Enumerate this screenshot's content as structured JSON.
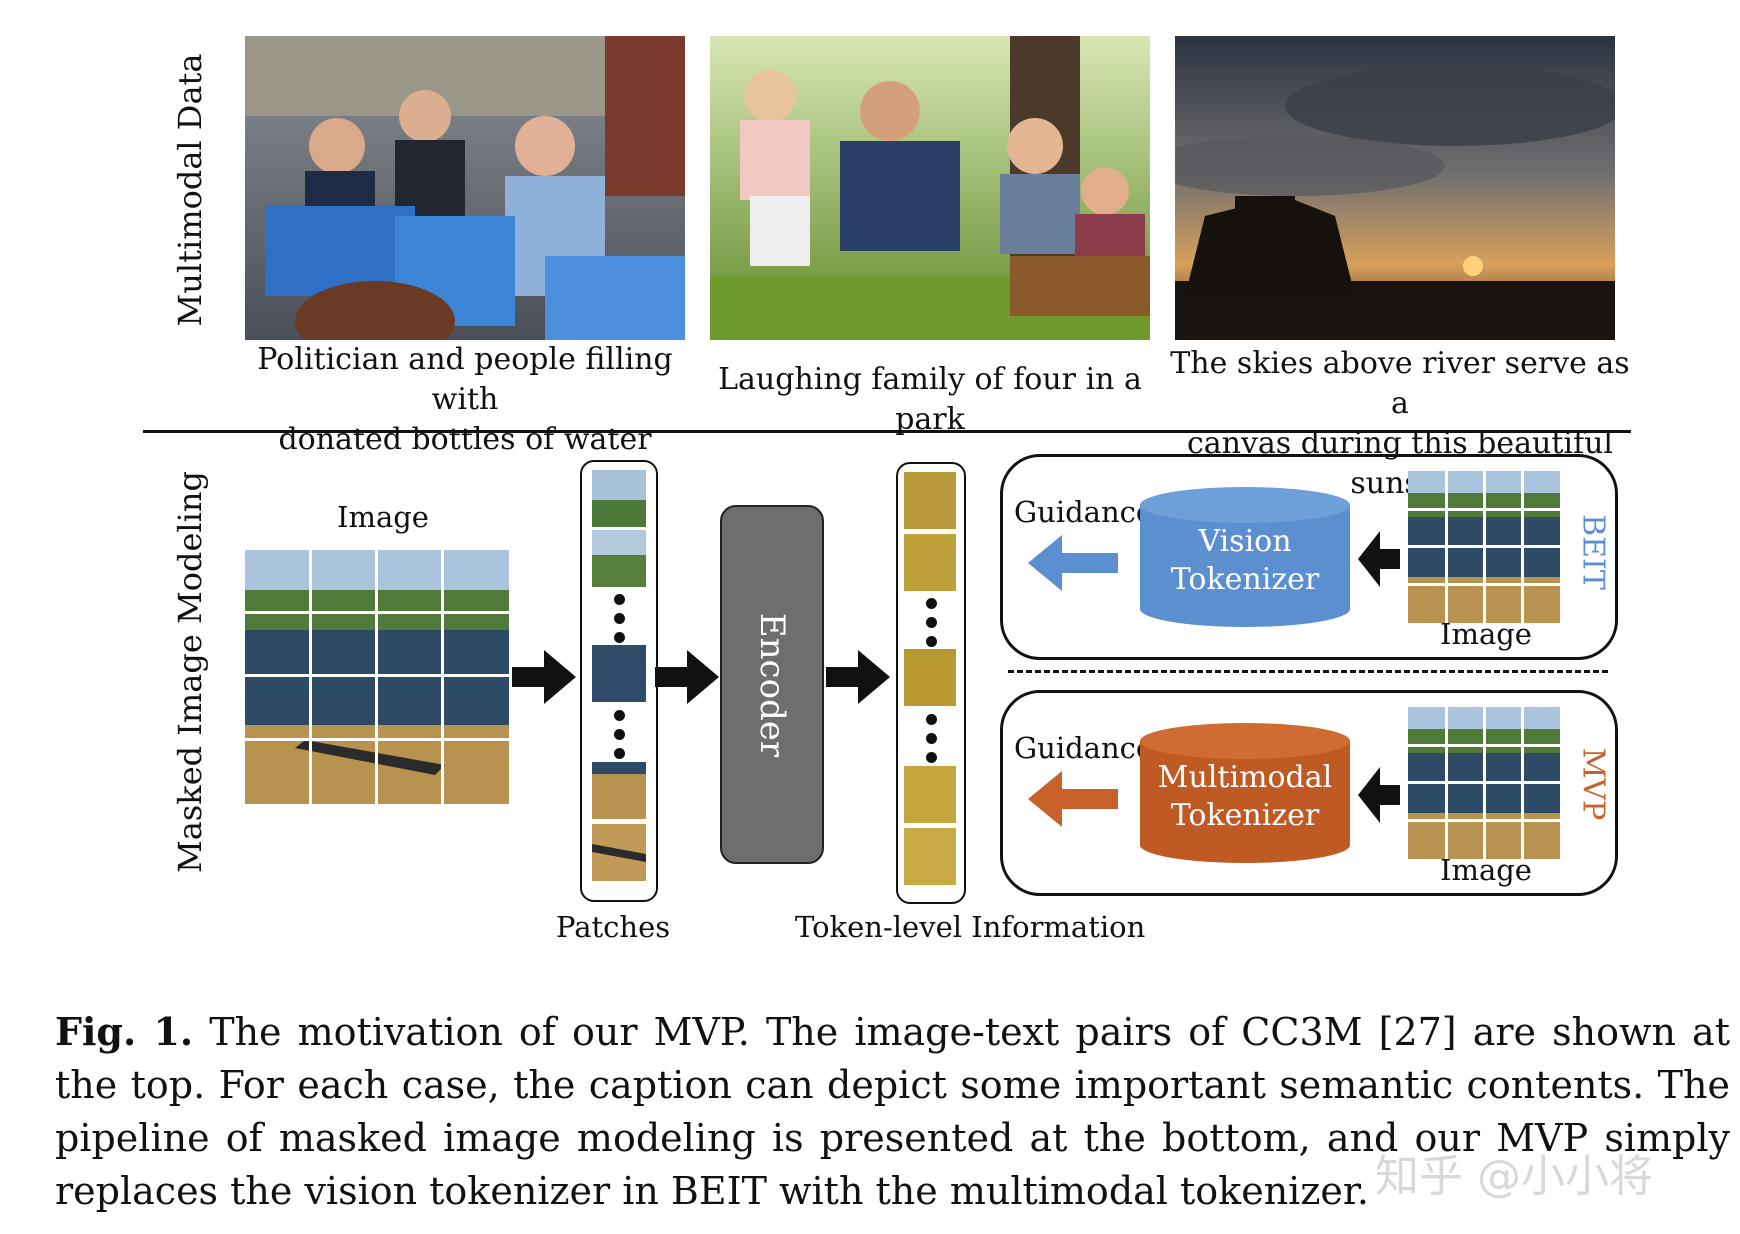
{
  "rows": {
    "top_label": "Multimodal Data",
    "bottom_label": "Masked Image Modeling"
  },
  "captions": [
    {
      "line1": "Politician and people filling with",
      "line2": "donated bottles of water"
    },
    {
      "line1": "Laughing family of four in a park",
      "line2": ""
    },
    {
      "line1": "The skies above river serve as a",
      "line2": "canvas during this beautiful sunset"
    }
  ],
  "pipeline": {
    "image_label": "Image",
    "patches_label": "Patches",
    "encoder_label": "Encoder",
    "token_label": "Token-level Information"
  },
  "beit": {
    "guidance": "Guidance",
    "tokenizer_line1": "Vision",
    "tokenizer_line2": "Tokenizer",
    "image_label": "Image",
    "side_label": "BEIT",
    "color": "#5b8fcf"
  },
  "mvp": {
    "guidance": "Guidance",
    "tokenizer_line1": "Multimodal",
    "tokenizer_line2": "Tokenizer",
    "image_label": "Image",
    "side_label": "MVP",
    "color": "#c8622a"
  },
  "figure_caption": {
    "label": "Fig. 1.",
    "text": "The motivation of our MVP. The image-text pairs of CC3M [27] are shown at the top. For each case, the caption can depict some important semantic contents. The pipeline of masked image modeling is presented at the bottom, and our MVP simply replaces the vision tokenizer in BEIT with the multimodal tokenizer."
  },
  "watermark": "知乎 @小小将"
}
